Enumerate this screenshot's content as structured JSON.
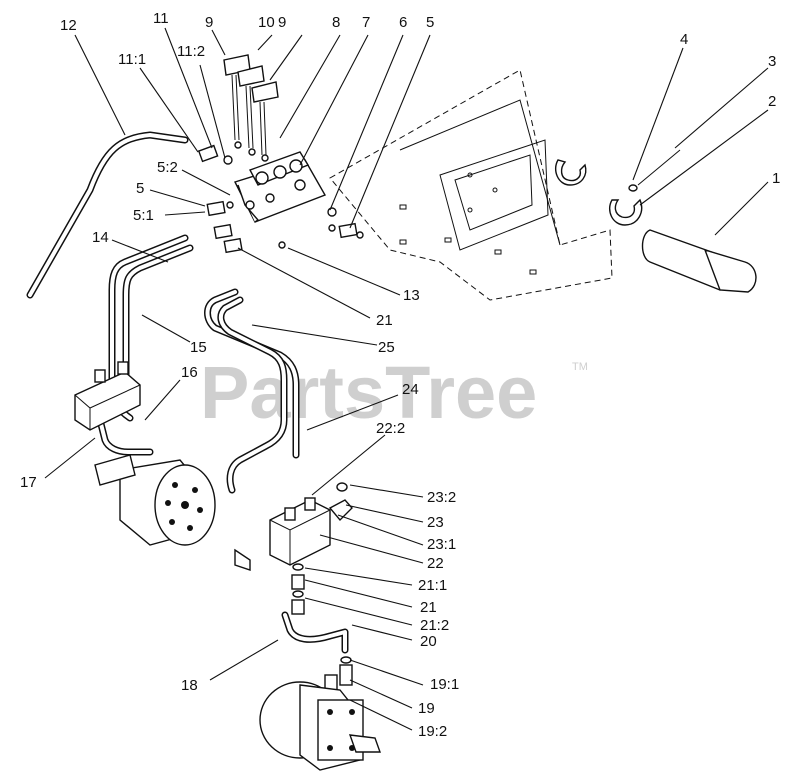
{
  "watermark": {
    "text": "PartsTree",
    "tm": "TM"
  },
  "callouts": [
    {
      "id": "c12",
      "text": "12"
    },
    {
      "id": "c11",
      "text": "11"
    },
    {
      "id": "c9a",
      "text": "9"
    },
    {
      "id": "c10",
      "text": "10"
    },
    {
      "id": "c9b",
      "text": "9"
    },
    {
      "id": "c8",
      "text": "8"
    },
    {
      "id": "c7",
      "text": "7"
    },
    {
      "id": "c6",
      "text": "6"
    },
    {
      "id": "c5a",
      "text": "5"
    },
    {
      "id": "c4",
      "text": "4"
    },
    {
      "id": "c3",
      "text": "3"
    },
    {
      "id": "c2",
      "text": "2"
    },
    {
      "id": "c1",
      "text": "1"
    },
    {
      "id": "c11_1",
      "text": "11:1"
    },
    {
      "id": "c11_2",
      "text": "11:2"
    },
    {
      "id": "c5_2",
      "text": "5:2"
    },
    {
      "id": "c5b",
      "text": "5"
    },
    {
      "id": "c5_1",
      "text": "5:1"
    },
    {
      "id": "c14",
      "text": "14"
    },
    {
      "id": "c13",
      "text": "13"
    },
    {
      "id": "c21a",
      "text": "21"
    },
    {
      "id": "c15",
      "text": "15"
    },
    {
      "id": "c25",
      "text": "25"
    },
    {
      "id": "c16",
      "text": "16"
    },
    {
      "id": "c24",
      "text": "24"
    },
    {
      "id": "c22_2",
      "text": "22:2"
    },
    {
      "id": "c17",
      "text": "17"
    },
    {
      "id": "c23_2",
      "text": "23:2"
    },
    {
      "id": "c23",
      "text": "23"
    },
    {
      "id": "c23_1",
      "text": "23:1"
    },
    {
      "id": "c22",
      "text": "22"
    },
    {
      "id": "c21_1",
      "text": "21:1"
    },
    {
      "id": "c21b",
      "text": "21"
    },
    {
      "id": "c21_2",
      "text": "21:2"
    },
    {
      "id": "c20",
      "text": "20"
    },
    {
      "id": "c18",
      "text": "18"
    },
    {
      "id": "c19_1",
      "text": "19:1"
    },
    {
      "id": "c19",
      "text": "19"
    },
    {
      "id": "c19_2",
      "text": "19:2"
    }
  ]
}
